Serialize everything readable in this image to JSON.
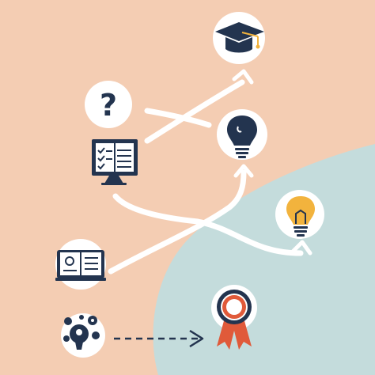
{
  "colors": {
    "background_peach": "#F4CDB3",
    "background_teal": "#C4DCDC",
    "arrow": "#FFFFFF",
    "icon_navy": "#23344F",
    "accent_yellow": "#F2B33D",
    "accent_red": "#E05A3A"
  },
  "nodes": [
    {
      "name": "question-node",
      "icon": "question-mark-icon"
    },
    {
      "name": "checklist-node",
      "icon": "computer-checklist-icon"
    },
    {
      "name": "open-book-node",
      "icon": "open-book-icon"
    },
    {
      "name": "gears-idea-node",
      "icon": "gears-lightbulb-icon"
    },
    {
      "name": "graduation-node",
      "icon": "graduation-cap-icon"
    },
    {
      "name": "navy-idea-node",
      "icon": "navy-lightbulb-icon"
    },
    {
      "name": "yellow-idea-node",
      "icon": "yellow-lightbulb-icon"
    },
    {
      "name": "award-node",
      "icon": "award-ribbon-icon"
    }
  ]
}
